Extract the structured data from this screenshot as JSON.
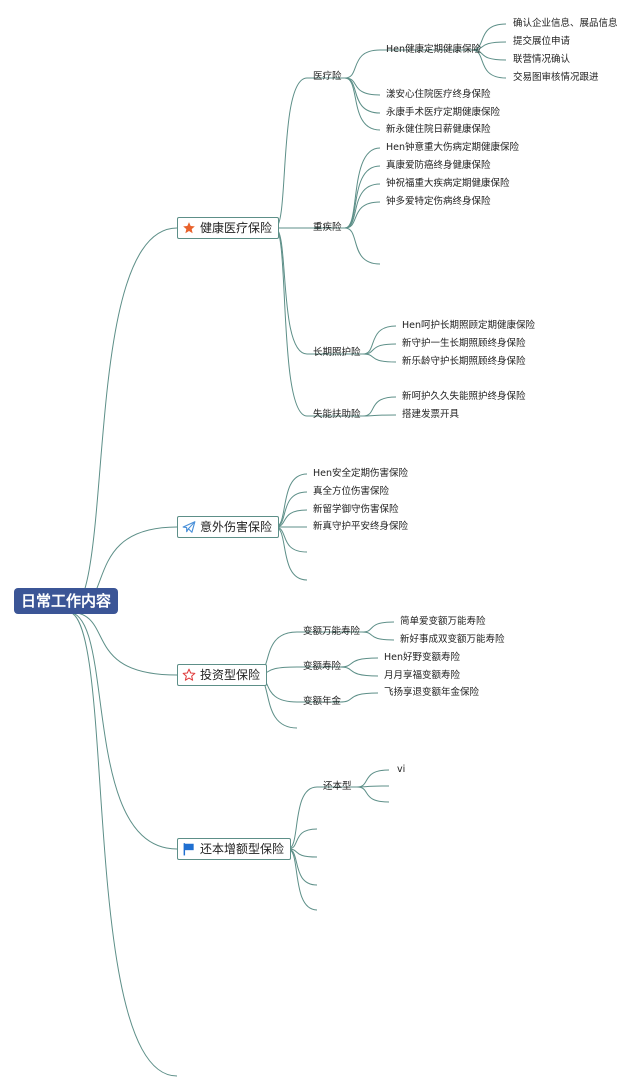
{
  "root": "日常工作内容",
  "branches": {
    "health": "健康医疗保险",
    "accident": "意外伤害保险",
    "invest": "投资型保险",
    "refund": "还本增额型保险"
  },
  "icons": {
    "health": "star-icon",
    "accident": "paper-plane-icon",
    "invest": "star-outline-icon",
    "refund": "flag-icon"
  },
  "colors": {
    "root_fill": "#3b5596",
    "line": "#5d8f88",
    "star": "#e8622c",
    "plane": "#4a90d9",
    "star_outline": "#e03b3b",
    "flag": "#1f6fd1"
  },
  "health": {
    "medical": {
      "label": "医疗险",
      "sub": {
        "label": "Hen健康定期健康保险",
        "items": [
          "确认企业信息、展品信息",
          "提交展位申请",
          "联营情况确认",
          "交易图审核情况跟进"
        ]
      },
      "items": [
        "漾安心住院医疗终身保险",
        "永康手术医疗定期健康保险",
        "新永健住院日薪健康保险"
      ]
    },
    "critical": {
      "label": "重疾险",
      "items": [
        "Hen钟意重大伤病定期健康保险",
        "真康爱防癌终身健康保险",
        "钟祝福重大疾病定期健康保险",
        "钟多爱特定伤病终身保险"
      ]
    },
    "longterm": {
      "label": "长期照护险",
      "items": [
        "Hen呵护长期照顾定期健康保险",
        "新守护一生长期照顾终身保险",
        "新乐龄守护长期照顾终身保险"
      ]
    },
    "disability": {
      "label": "失能扶助险",
      "items": [
        "新呵护久久失能照护终身保险",
        "搭建发票开具"
      ]
    }
  },
  "accident": {
    "items": [
      "Hen安全定期伤害保险",
      "真全方位伤害保险",
      "新留学御守伤害保险",
      "新真守护平安终身保险"
    ]
  },
  "invest": {
    "universal": {
      "label": "变额万能寿险",
      "items": [
        "简单爱变额万能寿险",
        "新好事成双变额万能寿险"
      ]
    },
    "variable": {
      "label": "变额寿险",
      "items": [
        "Hen好野变额寿险",
        "月月享福变额寿险"
      ]
    },
    "annuity": {
      "label": "变额年金",
      "items": [
        "飞扬享退变额年金保险"
      ]
    }
  },
  "refund": {
    "type": {
      "label": "还本型",
      "items": [
        "vi"
      ]
    }
  }
}
